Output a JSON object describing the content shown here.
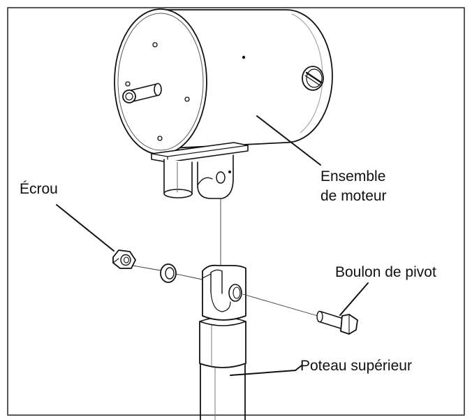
{
  "labels": {
    "nut": "Écrou",
    "motor_line1": "Ensemble",
    "motor_line2": "de moteur",
    "pivot_bolt": "Boulon de pivot",
    "upper_pole": "Poteau supérieur"
  },
  "colors": {
    "stroke": "#111111",
    "fill": "#ffffff",
    "shade": "#dcdcdc"
  }
}
